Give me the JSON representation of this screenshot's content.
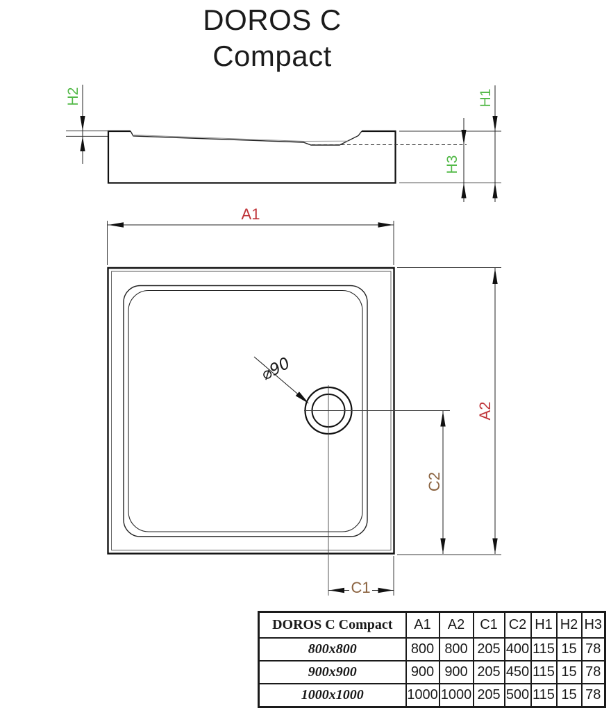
{
  "title": {
    "line1": "DOROS C",
    "line2": "Compact"
  },
  "drawing": {
    "side_view": {
      "h1_label": "H1",
      "h2_label": "H2",
      "h3_label": "H3"
    },
    "plan_view": {
      "a1_label": "A1",
      "a2_label": "A2",
      "c1_label": "C1",
      "c2_label": "C2",
      "drain_label": "⌀90"
    }
  },
  "colors": {
    "dimension_red": "#bf3338",
    "dimension_brown": "#8b6340",
    "dimension_green": "#53b948",
    "line_black": "#1a1a1a"
  },
  "spec_table": {
    "product_name": "DOROS C Compact",
    "columns": [
      "A1",
      "A2",
      "C1",
      "C2",
      "H1",
      "H2",
      "H3"
    ],
    "rows": [
      {
        "size": "800x800",
        "values": [
          "800",
          "800",
          "205",
          "400",
          "115",
          "15",
          "78"
        ]
      },
      {
        "size": "900x900",
        "values": [
          "900",
          "900",
          "205",
          "450",
          "115",
          "15",
          "78"
        ]
      },
      {
        "size": "1000x1000",
        "values": [
          "1000",
          "1000",
          "205",
          "500",
          "115",
          "15",
          "78"
        ]
      }
    ]
  }
}
